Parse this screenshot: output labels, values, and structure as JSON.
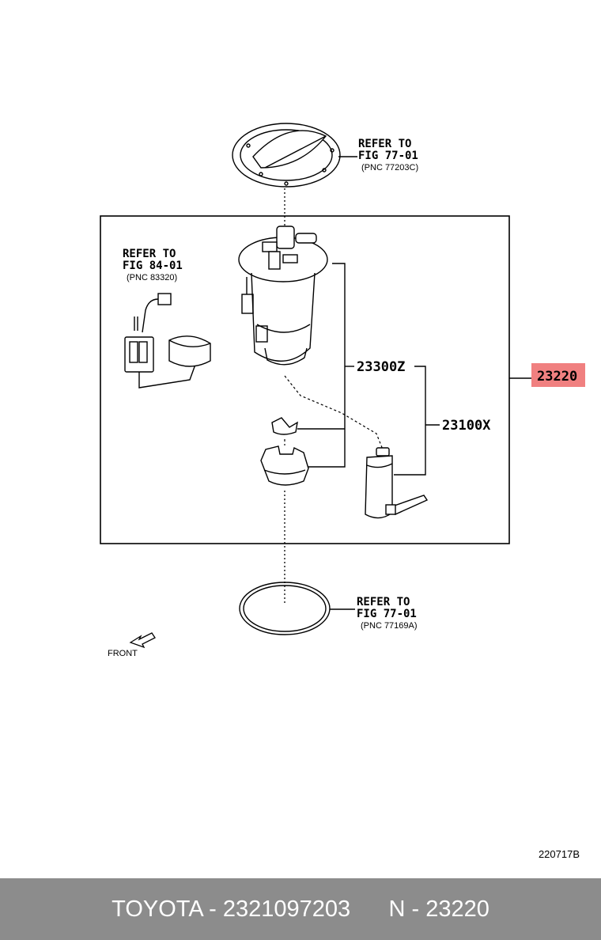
{
  "callouts": {
    "retainer_ref": [
      "REFER TO",
      "FIG 77-01",
      "(PNC 77203C)"
    ],
    "sender_ref": [
      "REFER TO",
      "FIG 84-01",
      "(PNC 83320)"
    ],
    "gasket_ref": [
      "REFER TO",
      "FIG 77-01",
      "(PNC 77169A)"
    ]
  },
  "part_numbers": {
    "suction_plate": "23300Z",
    "pump": "23100X",
    "assembly": "23220"
  },
  "front_label": "FRONT",
  "drawing_id": "220717B",
  "footer": {
    "brand_part": "TOYOTA - 2321097203",
    "pnc": "N - 23220"
  },
  "colors": {
    "highlight": "#f08080",
    "footer_bg": "#8c8c8c",
    "line": "#000000"
  }
}
